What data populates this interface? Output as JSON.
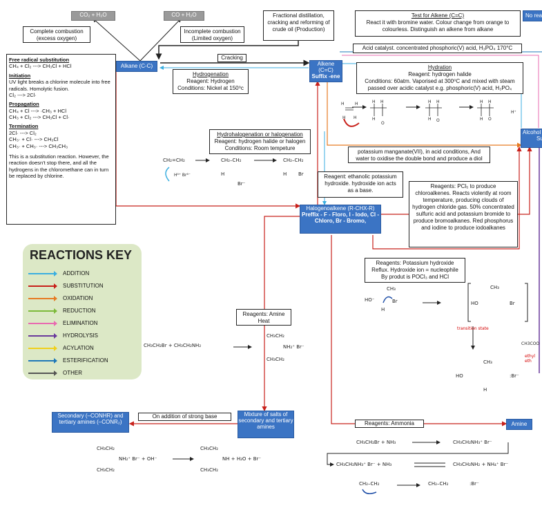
{
  "top": {
    "co2_h2o": "CO₂ + H₂O",
    "co_h2o": "CO + H₂O",
    "complete": "Complete combustion\n(excess oxygen)",
    "incomplete": "Incomplete combustion\n(Limited oxygen)",
    "fractional": "Fractional distillation, cracking and reforming of crude oil (Production)",
    "test_title": "Test for Alkene (C=C)",
    "test_body": "React it with bromine water. Colour change from orange to colourless. Distinguish an alkene from alkane",
    "no_rea": "No rea",
    "cracking": "Cracking"
  },
  "free_radical": {
    "title": "Free radical substitution",
    "eq": "CH₄ + Cl₂ ---> CH₃Cl + HCl",
    "init_title": "Initiation",
    "init_text": "UV light breaks a chlorine molecule into free radicals. Homolytic fusion.",
    "init_eq": "Cl₂ ---> 2Cl·",
    "prop_title": "Propagation",
    "prop_eq1": "CH₄ + Cl ---> ·CH₃ + HCl",
    "prop_eq2": "CH₃ + Cl₂ ---> CH₃Cl + Cl·",
    "term_title": "Termination",
    "term_eq1": "2Cl· ---> Cl₂",
    "term_eq2": "CH₃· + Cl· ---> CH₃Cl",
    "term_eq3": "CH₃· + CH₃· ---> CH₃CH₃",
    "note": "This is a substitution reaction. However, the reaction doesn't stop there, and all the hydrogens in the chloromethane can in turn be replaced by chlorine."
  },
  "nodes": {
    "alkane": "Alkane (C-C)",
    "alkene": "Alkene (C=C)",
    "alkene_suffix": "Suffix -ene",
    "alcohol": "Alcohol",
    "alcohol_sub": "Su",
    "halogenoalkene": "Halogenoalkene (R-CHX-R)",
    "halo_prefix": "Preffix - F - Floro, I - Iodo, Cl - Chloro, Br - Bromo,",
    "secondary": "Secondary (–CONHR) and tertiary amines (–CONR₂)",
    "mixture": "Mixture of salts of secondary and tertiary amines",
    "amine": "Amine"
  },
  "hydrogenation": {
    "title": "Hydrogenation",
    "reagent": "Reagent: Hydrogen",
    "conditions": "Conditions: Nickel at 150⁰c"
  },
  "hydration": {
    "acid": "Acid catalyst. concentrated phosphoric(V) acid, H₃PO₄ 170°C",
    "title": "Hydration",
    "reagent": "Reagent: hydrogen halide",
    "conditions": "Conditions: 60atm. Vaporised at 300⁰C and mixed with steam passed over acidic catalyst e.g. phosphoric(V) acid, H₃PO₄"
  },
  "hydrohalo": {
    "title": "Hydrohalogenation or halogenation",
    "reagent": "Reagent: hydrogen halide or halogen",
    "conditions": "Conditions: Room tempeture"
  },
  "oxidation": "potassium manganate(VII), in acid conditions, And water to oxidise the double bond and produce a diol",
  "ethanolic": "Reagent: ethanolic potassium hydroxide. hydroxide ion acts as a base.",
  "pcl5": "Reagents: PCl₅ to produce chloroalkenes. Reacts violently at room temperature, producing clouds of hydrogen chloride gas. 50% concentrated sulfuric acid and potassium bromide to produce bromoalkanes. Red phosphorus and iodine to produce iodoalkanes",
  "koh": "Reagents: Potassium hydroxide Reflux. Hydroxide ion = nucleophile By produt is POCl₃ and HCl",
  "amine_heat": "Reagents: Amine\nHeat",
  "strong_base": "On addition of strong base",
  "ammonia": "Reagents: Ammonia",
  "transition": "transition state",
  "ethyl_label": "ethyl eth",
  "ch3coo": "CH3COO",
  "key": {
    "title": "REACTIONS KEY",
    "items": [
      {
        "label": "ADDITION",
        "color": "#3aaee0"
      },
      {
        "label": "SUBSTITUTION",
        "color": "#c8201a"
      },
      {
        "label": "OXIDATION",
        "color": "#e67a22"
      },
      {
        "label": "REDUCTION",
        "color": "#7dba3a"
      },
      {
        "label": "ELIMINATION",
        "color": "#e86ab0"
      },
      {
        "label": "HYDROLYSIS",
        "color": "#6a3a9c"
      },
      {
        "label": "ACYLATION",
        "color": "#f0cf1a"
      },
      {
        "label": "ESTERIFICATION",
        "color": "#1f78b8"
      },
      {
        "label": "OTHER",
        "color": "#555555"
      }
    ]
  },
  "chem": {
    "r1": "CH₃CH₂Br  +  CH₃CH₂NH₂",
    "r2a": "CH₃CH₂",
    "r2b": "NH₂⁺ Br⁻",
    "r2c": "CH₃CH₂",
    "base_left": "NH₂⁺ Br⁻  +  OH⁻",
    "base_right": "NH  +  H₂O  +  Br⁻",
    "am1": "CH₃CH₂Br  +  NH₃",
    "am2": "CH₃CH₂NH₃⁺ Br⁻",
    "am3": "CH₃CH₂NH₃⁺ Br⁻  +  NH₃",
    "am4": "CH₃CH₂NH₂  +  NH₄⁺ Br⁻",
    "ch2ch2": "CH₂=CH₂",
    "hbr": "Hᵟ⁺  Brᵟ⁻",
    "ch2ch2b": "CH₂–CH₂",
    "br_minus": "Br⁻",
    "ch2ch2c": "CH₂–CH₂",
    "h": "H",
    "br": "Br",
    "ho": "HO⁻",
    "ch3": "CH₃",
    "ho2": "HO",
    "brm": ":Br⁻"
  }
}
